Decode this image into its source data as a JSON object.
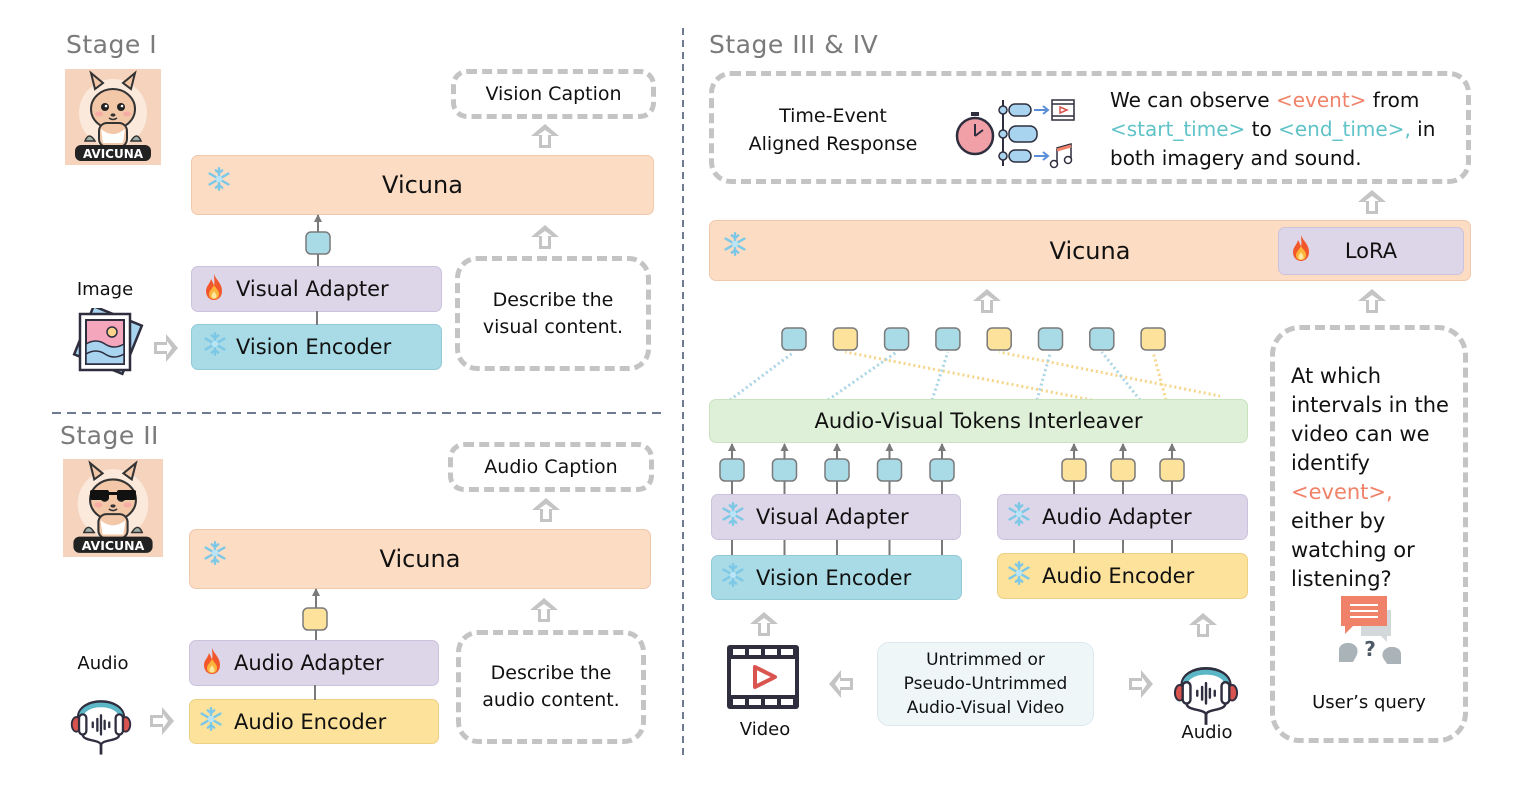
{
  "stage1": {
    "title": "Stage I",
    "logo_text": "AVICUNA",
    "output_caption": "Vision Caption",
    "llm_label": "Vicuna",
    "adapter_label": "Visual Adapter",
    "encoder_label": "Vision Encoder",
    "input_label": "Image",
    "prompt": "Describe the visual content."
  },
  "stage2": {
    "title": "Stage II",
    "logo_text": "AVICUNA",
    "output_caption": "Audio Caption",
    "llm_label": "Vicuna",
    "adapter_label": "Audio Adapter",
    "encoder_label": "Audio Encoder",
    "input_label": "Audio",
    "prompt": "Describe the audio content."
  },
  "stage34": {
    "title": "Stage III & IV",
    "response": {
      "label_line1": "Time-Event",
      "label_line2": "Aligned Response",
      "text_parts": [
        {
          "text": "We can observe ",
          "style": "plain"
        },
        {
          "text": "<event>",
          "style": "red"
        },
        {
          "text": " from",
          "style": "plain"
        },
        {
          "text": "<start_time>",
          "style": "teal"
        },
        {
          "text": " to ",
          "style": "plain"
        },
        {
          "text": "<end_time>,",
          "style": "teal"
        },
        {
          "text": " in",
          "style": "plain"
        },
        {
          "text": "both imagery and sound.",
          "style": "plain"
        }
      ]
    },
    "llm_label": "Vicuna",
    "lora_label": "LoRA",
    "interleaver_label": "Audio-Visual Tokens Interleaver",
    "interleaved_tokens": [
      "visual",
      "audio",
      "visual",
      "visual",
      "audio",
      "visual",
      "visual",
      "audio"
    ],
    "visual_tokens_count": 5,
    "audio_tokens_count": 3,
    "visual_adapter_label": "Visual Adapter",
    "vision_encoder_label": "Vision Encoder",
    "audio_adapter_label": "Audio Adapter",
    "audio_encoder_label": "Audio Encoder",
    "video_label": "Video",
    "audio_label": "Audio",
    "source_line1": "Untrimmed or",
    "source_line2": "Pseudo-Untrimmed",
    "source_line3": "Audio-Visual Video",
    "query_parts": [
      {
        "text": "At which intervals in the video can we identify ",
        "style": "plain"
      },
      {
        "text": "<event>,",
        "style": "red"
      },
      {
        "text": " either by watching or listening?",
        "style": "plain"
      }
    ],
    "query_label": "User’s query"
  },
  "colors": {
    "vicuna": "#fddcc4",
    "adapter": "#ddd6e8",
    "vision_encoder": "#a9dbe6",
    "audio_encoder": "#fde29b",
    "interleaver": "#dff0d8",
    "highlight_red": "#f0826a",
    "highlight_teal": "#5fc3c8"
  },
  "icons": {
    "frozen": "snowflake-icon",
    "trainable": "flame-icon"
  }
}
